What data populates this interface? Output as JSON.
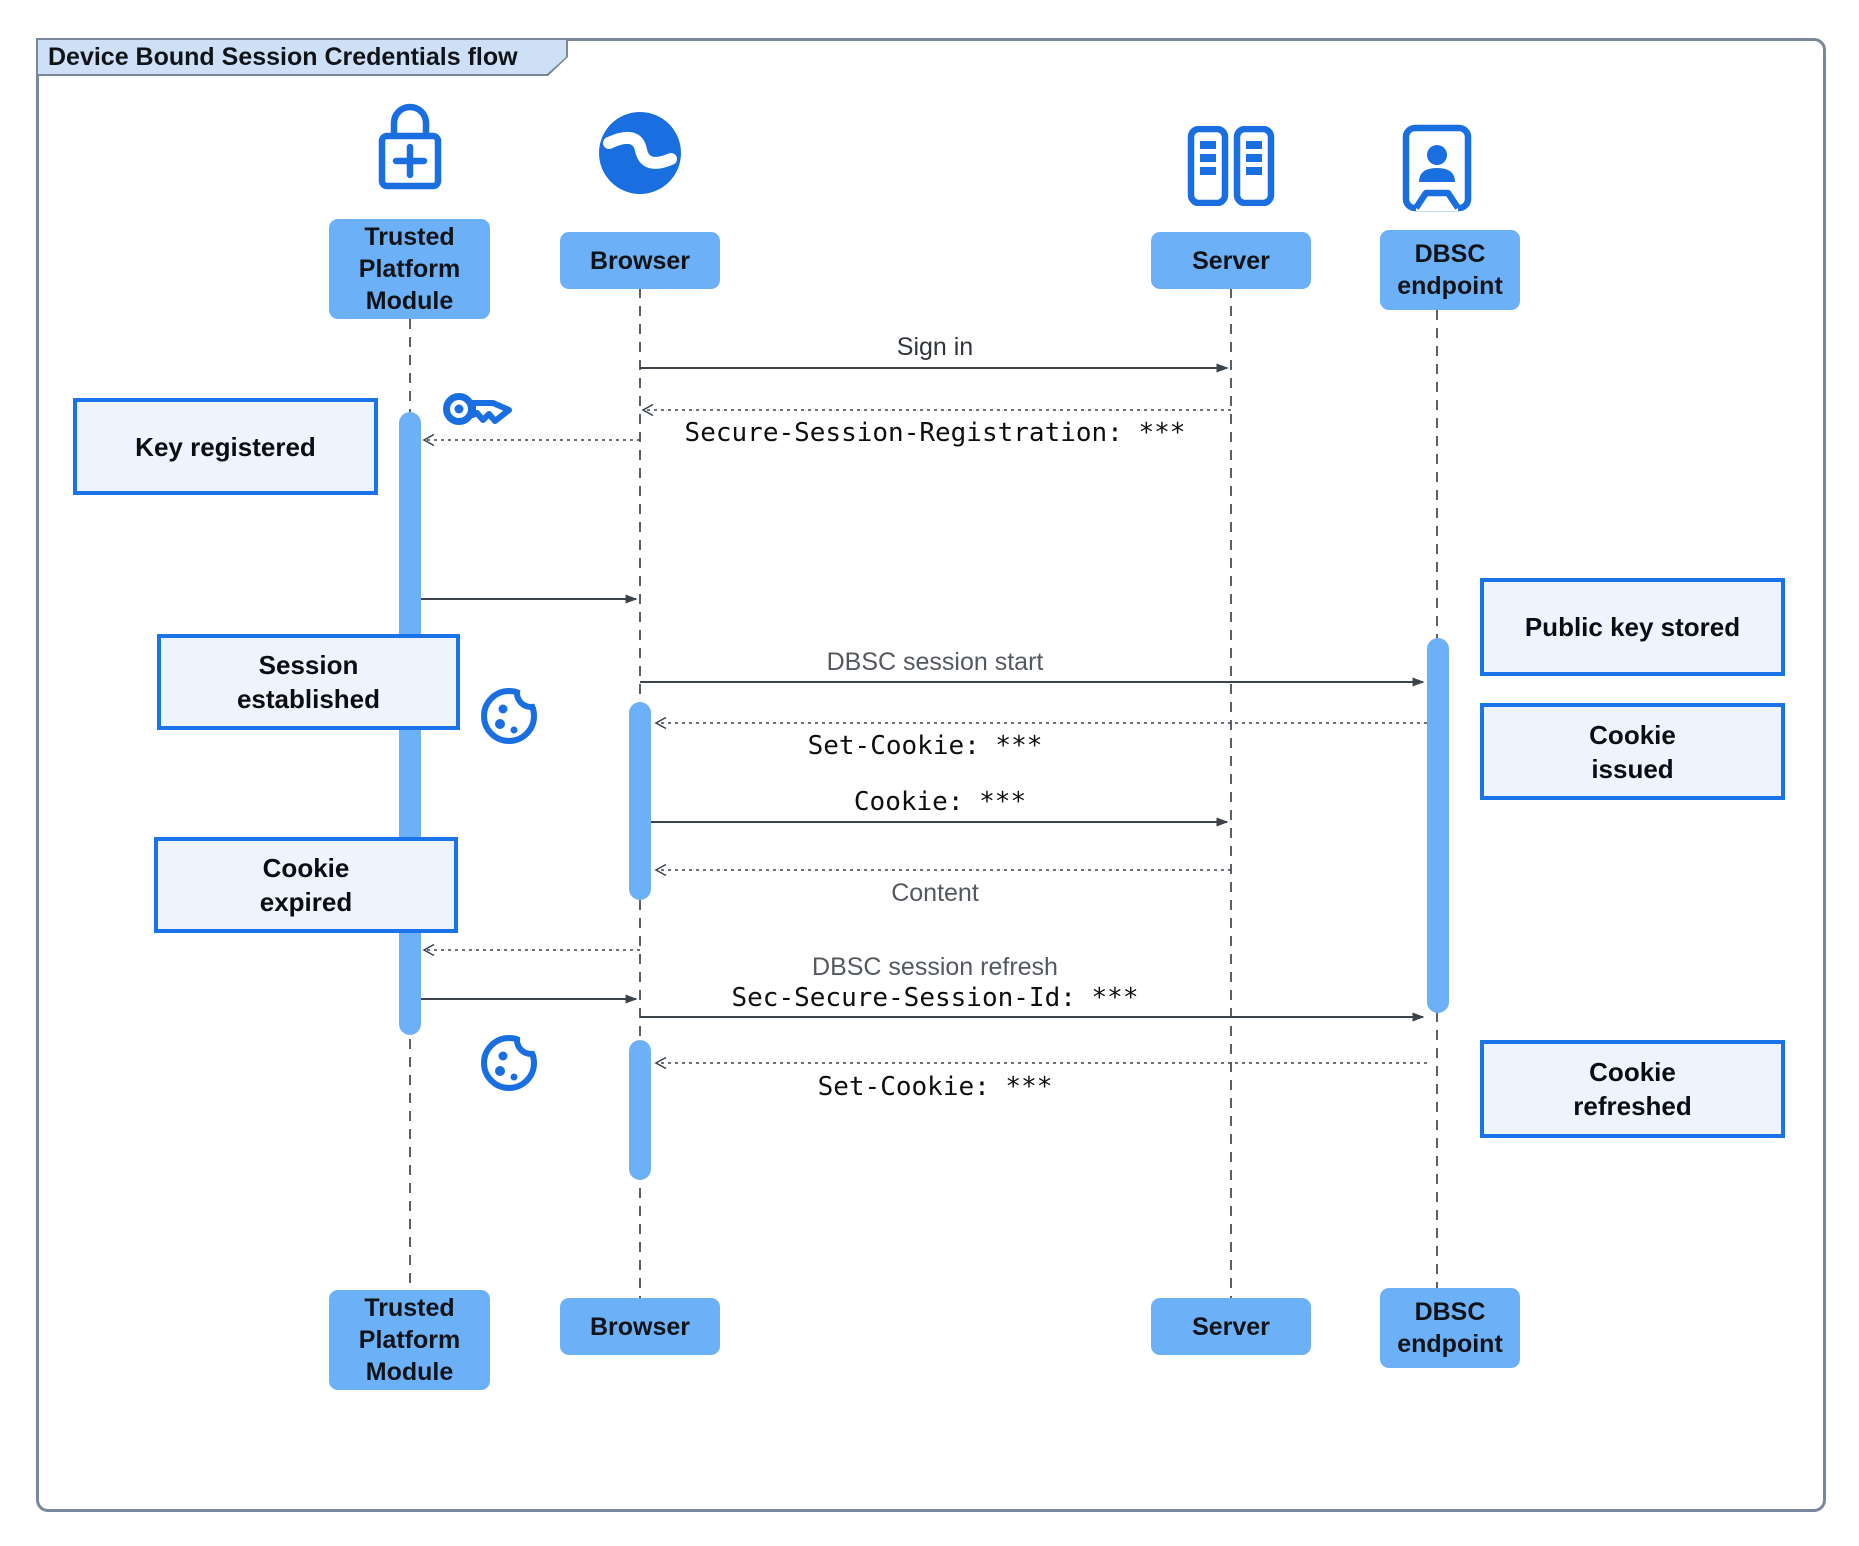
{
  "title": "Device Bound Session Credentials flow",
  "participants": [
    {
      "name": "Trusted Platform Module",
      "icon": "lock-plus-icon"
    },
    {
      "name": "Browser",
      "icon": "globe-icon"
    },
    {
      "name": "Server",
      "icon": "server-rack-icon"
    },
    {
      "name": "DBSC endpoint",
      "icon": "endpoint-badge-icon"
    }
  ],
  "messages": [
    {
      "from": "Browser",
      "to": "Server",
      "type": "solid",
      "label": "Sign in"
    },
    {
      "from": "Server",
      "to": "Browser",
      "type": "dashed",
      "label": "Secure-Session-Registration: ***"
    },
    {
      "from": "Browser",
      "to": "Trusted Platform Module",
      "type": "dashed",
      "label": ""
    },
    {
      "from": "Trusted Platform Module",
      "to": "Browser",
      "type": "solid",
      "label": ""
    },
    {
      "from": "Browser",
      "to": "DBSC endpoint",
      "type": "solid",
      "label": "DBSC session start"
    },
    {
      "from": "DBSC endpoint",
      "to": "Browser",
      "type": "dashed",
      "label": "Set-Cookie: ***"
    },
    {
      "from": "Browser",
      "to": "Server",
      "type": "solid",
      "label": "Cookie: ***"
    },
    {
      "from": "Server",
      "to": "Browser",
      "type": "dashed",
      "label": "Content"
    },
    {
      "from": "Browser",
      "to": "Trusted Platform Module",
      "type": "dashed",
      "label": ""
    },
    {
      "from": "Trusted Platform Module",
      "to": "Browser",
      "type": "solid",
      "label": ""
    },
    {
      "from": "Browser",
      "to": "DBSC endpoint",
      "type": "solid",
      "label": "DBSC session refresh",
      "sublabel": "Sec-Secure-Session-Id: ***"
    },
    {
      "from": "DBSC endpoint",
      "to": "Browser",
      "type": "dashed",
      "label": "Set-Cookie: ***"
    }
  ],
  "notes": [
    {
      "text": "Key registered",
      "side": "left"
    },
    {
      "text": "Session\nestablished",
      "side": "left"
    },
    {
      "text": "Cookie\nexpired",
      "side": "left"
    },
    {
      "text": "Public key stored",
      "side": "right"
    },
    {
      "text": "Cookie\nissued",
      "side": "right"
    },
    {
      "text": "Cookie\nrefreshed",
      "side": "right"
    }
  ],
  "colors": {
    "accent_blue": "#1a6fe0",
    "note_border": "#1a73e8",
    "note_fill": "#eef4fd",
    "participant_fill": "#6cb1f7",
    "title_fill": "#cee0f5",
    "frame_border": "#7a8699",
    "arrow": "#3c434b"
  }
}
